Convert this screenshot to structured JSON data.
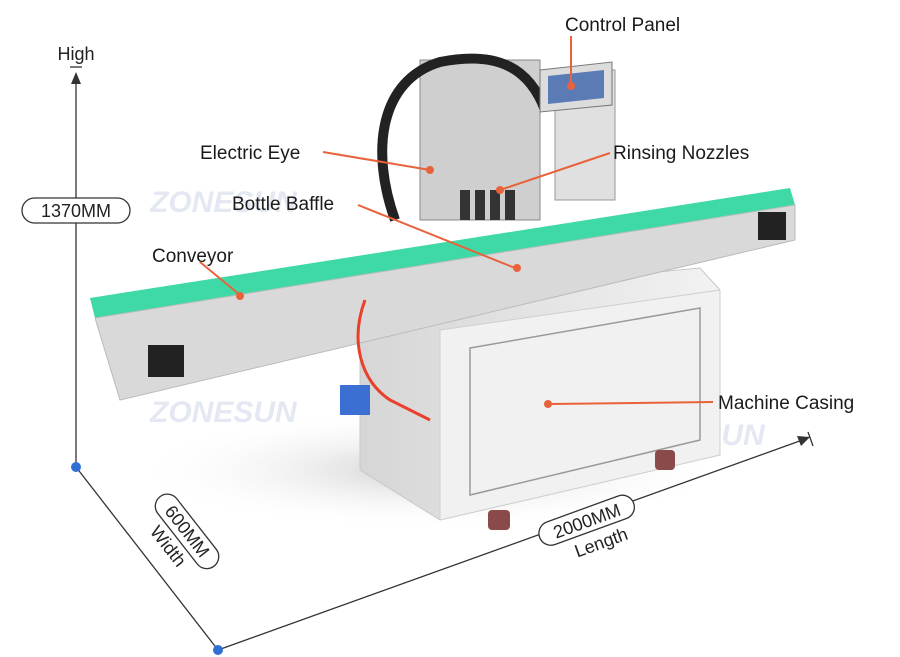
{
  "colors": {
    "pointer": "#e8623a",
    "dimension_dot": "#2f6fd6",
    "conveyor_guide": "#3fd9a8",
    "casing": "#e9e9e9"
  },
  "watermark": "ZONESUN",
  "labels": {
    "control_panel": "Control Panel",
    "electric_eye": "Electric Eye",
    "rinsing_nozzles": "Rinsing Nozzles",
    "bottle_baffle": "Bottle Baffle",
    "conveyor": "Conveyor",
    "machine_casing": "Machine Casing"
  },
  "dimensions": {
    "height": {
      "label": "High",
      "value": "1370MM"
    },
    "width": {
      "label": "Width",
      "value": "600MM"
    },
    "length": {
      "label": "Length",
      "value": "2000MM"
    }
  }
}
